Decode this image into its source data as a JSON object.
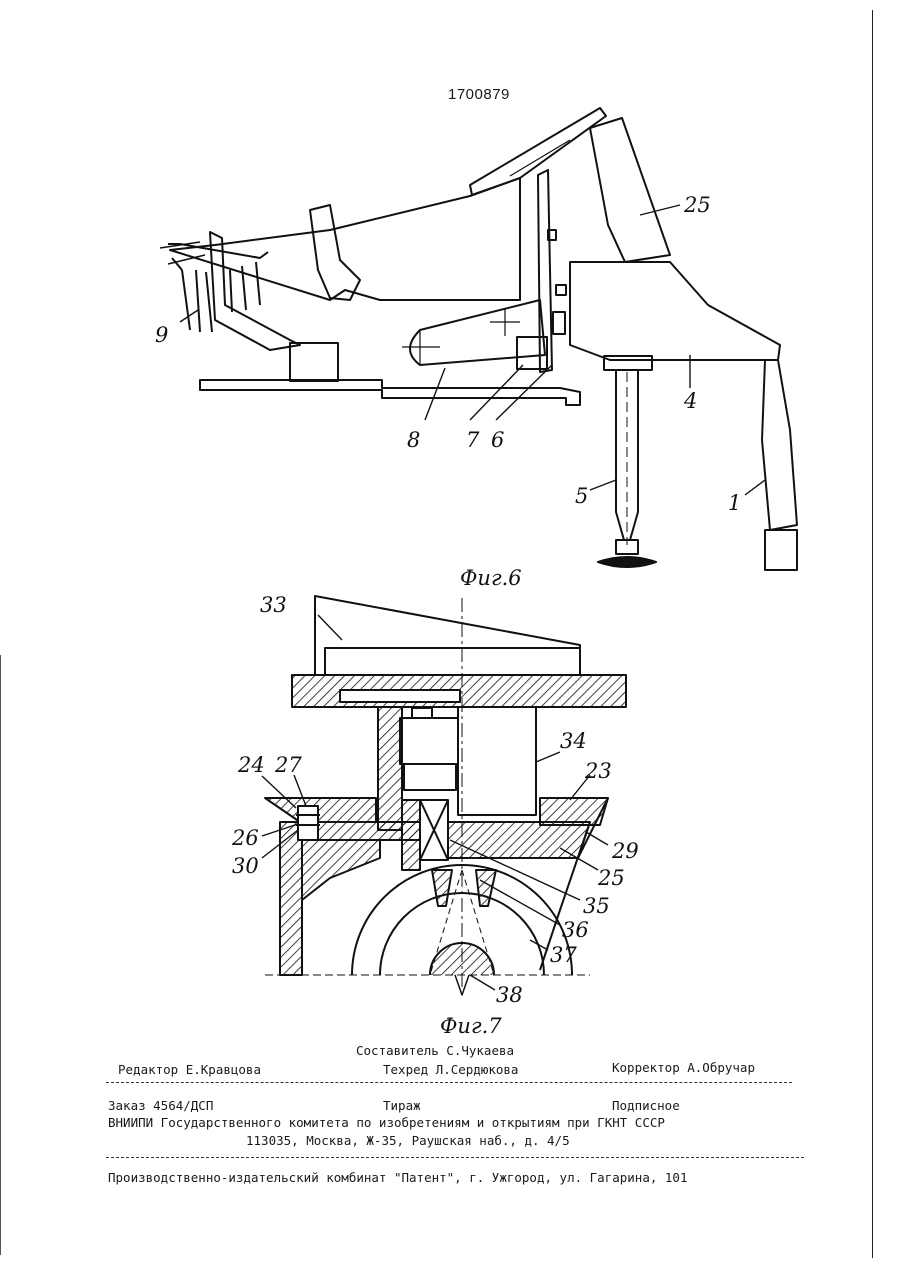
{
  "doc_number": "1700879",
  "fig6": {
    "caption": "Фиг.6",
    "labels": [
      "25",
      "9",
      "4",
      "8",
      "7",
      "6",
      "5",
      "1"
    ]
  },
  "fig7": {
    "caption": "Фиг.7",
    "labels": [
      "33",
      "34",
      "23",
      "24",
      "27",
      "26",
      "30",
      "29",
      "25",
      "35",
      "36",
      "37",
      "38"
    ]
  },
  "credits": {
    "composer": "Составитель С.Чукаева",
    "editor": "Редактор Е.Кравцова",
    "techred": "Техред Л.Сердюкова",
    "corrector": "Корректор А.Обручар",
    "order": "Заказ 4564/ДСП",
    "circulation": "Тираж",
    "subscription": "Подписное",
    "vniipi": "ВНИИПИ Государственного комитета по изобретениям и открытиям при ГКНТ СССР",
    "address": "113035, Москва, Ж-35, Раушская наб., д. 4/5",
    "publisher": "Производственно-издательский комбинат \"Патент\", г. Ужгород, ул. Гагарина, 101"
  }
}
